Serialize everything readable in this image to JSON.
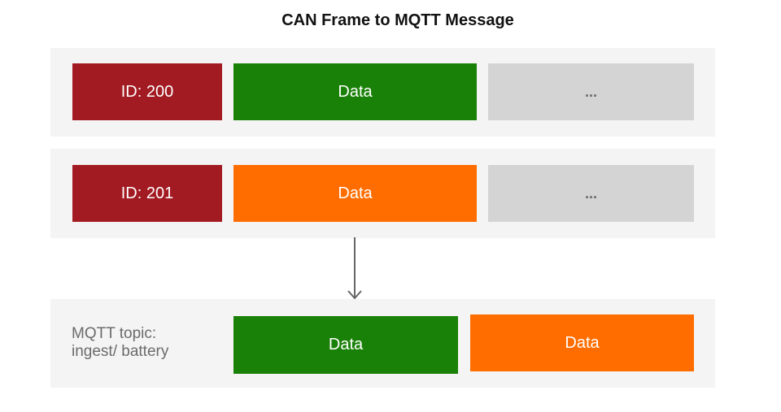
{
  "title": "CAN Frame to MQTT Message",
  "colors": {
    "id_red": "#a31b22",
    "data_green": "#1a8108",
    "data_orange": "#ff6d00",
    "placeholder_gray": "#d4d4d4",
    "panel": "#f4f4f4",
    "arrow": "#666666"
  },
  "frames": [
    {
      "id_label": "ID: 200",
      "data_label": "Data",
      "rest_label": "..."
    },
    {
      "id_label": "ID: 201",
      "data_label": "Data",
      "rest_label": "..."
    }
  ],
  "mqtt": {
    "topic_label_line1": "MQTT topic:",
    "topic_label_line2": "ingest/ battery",
    "data1_label": "Data",
    "data2_label": "Data"
  },
  "arrow_icon": "arrow-down-icon"
}
